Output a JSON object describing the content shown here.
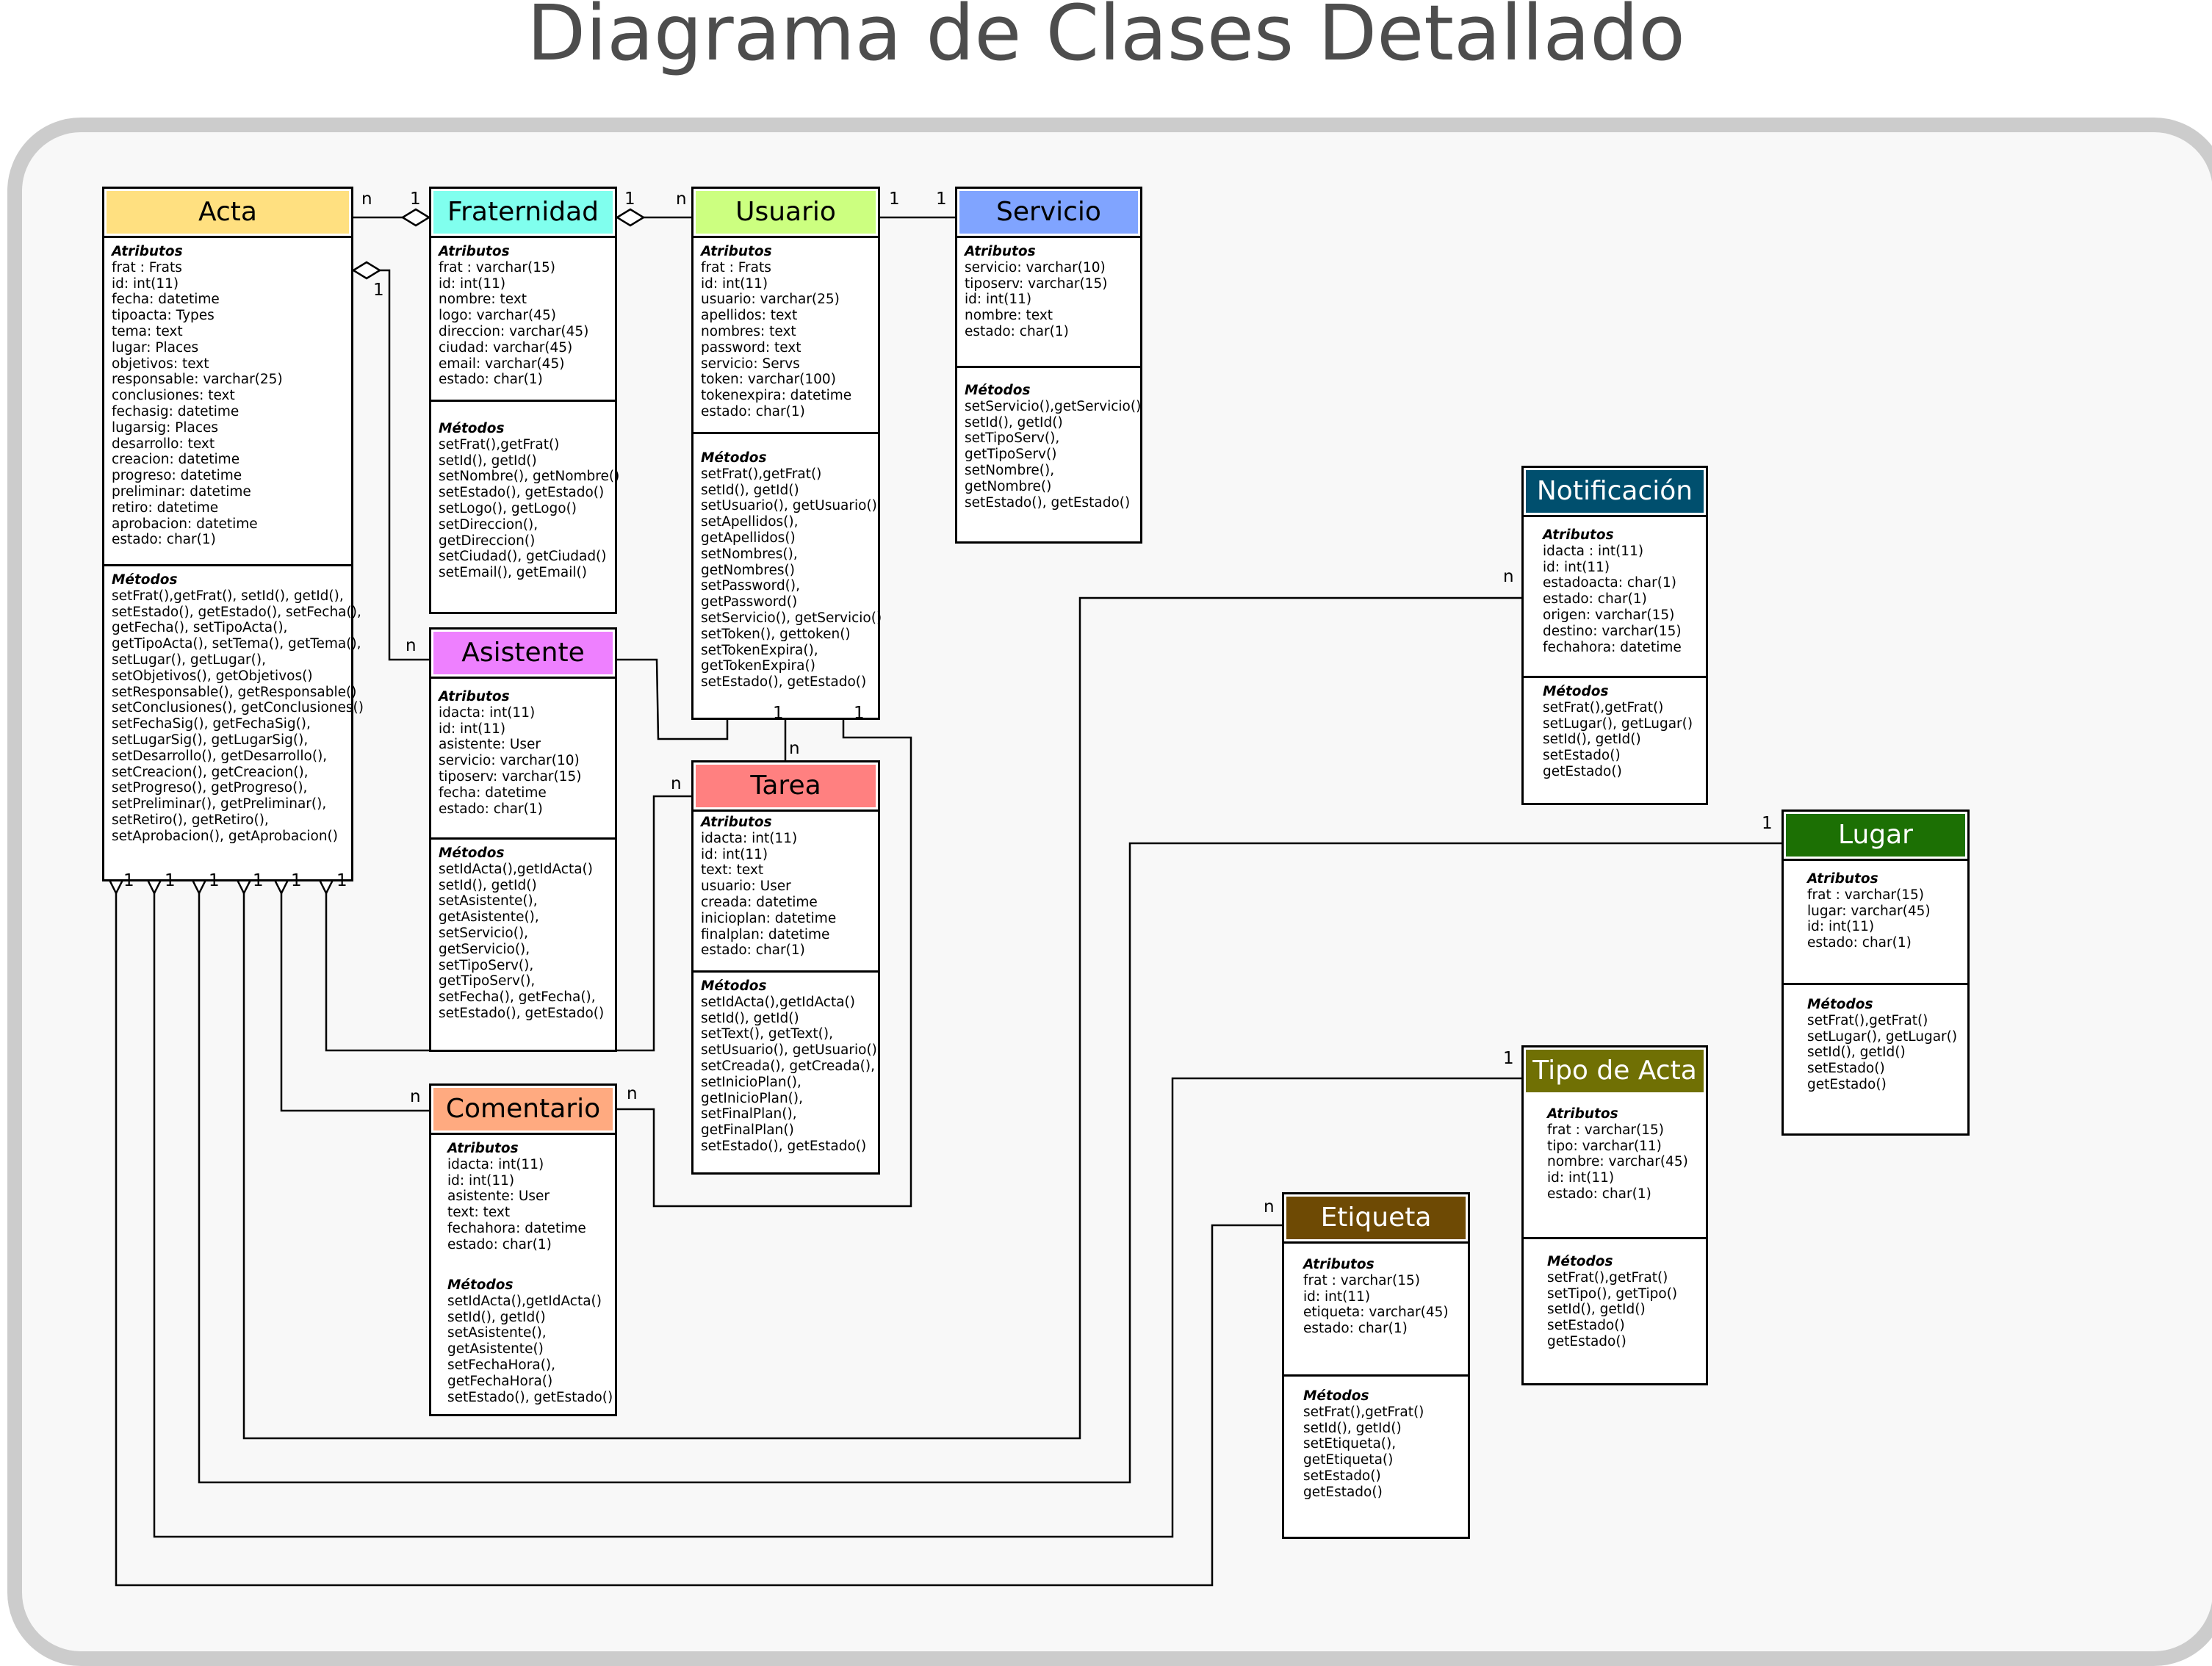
{
  "title": "Diagrama de Clases Detallado",
  "colors": {
    "frame_border": "#cccccc",
    "frame_bg": "#f8f8f8",
    "title_text": "#4d4d4d"
  },
  "classes": [
    {
      "id": "acta",
      "name": "Acta",
      "header_color": "#ffe080",
      "header_text": "dark",
      "attributes_label": "Atributos",
      "attributes": [
        "frat : Frats",
        "id: int(11)",
        "fecha: datetime",
        "tipoacta: Types",
        "tema: text",
        "lugar: Places",
        "objetivos: text",
        "responsable: varchar(25)",
        "conclusiones: text",
        "fechasig: datetime",
        "lugarsig: Places",
        "desarrollo: text",
        "creacion: datetime",
        "progreso: datetime",
        "preliminar: datetime",
        "retiro: datetime",
        "aprobacion: datetime",
        "estado: char(1)"
      ],
      "methods_label": "Métodos",
      "methods": [
        "setFrat(),getFrat(), setId(), getId(),",
        "setEstado(), getEstado(), setFecha(),",
        "getFecha(), setTipoActa(),",
        "getTipoActa(), setTema(), getTema(),",
        "setLugar(), getLugar(),",
        "setObjetivos(), getObjetivos()",
        "setResponsable(), getResponsable()",
        "setConclusiones(), getConclusiones()",
        "setFechaSig(), getFechaSig(),",
        "setLugarSig(), getLugarSig(),",
        "setDesarrollo(), getDesarrollo(),",
        "setCreacion(), getCreacion(),",
        "setProgreso(), getProgreso(),",
        "setPreliminar(), getPreliminar(),",
        "setRetiro(), getRetiro(),",
        "setAprobacion(), getAprobacion()"
      ]
    },
    {
      "id": "fraternidad",
      "name": "Fraternidad",
      "header_color": "#80ffee",
      "header_text": "dark",
      "attributes_label": "Atributos",
      "attributes": [
        "frat : varchar(15)",
        "id: int(11)",
        "nombre: text",
        "logo: varchar(45)",
        "direccion: varchar(45)",
        "ciudad: varchar(45)",
        "email: varchar(45)",
        "estado: char(1)"
      ],
      "methods_label": "Métodos",
      "methods": [
        "setFrat(),getFrat()",
        "setId(), getId()",
        "setNombre(), getNombre()",
        "setEstado(), getEstado()",
        "setLogo(), getLogo()",
        "setDireccion(),",
        "getDireccion()",
        "setCiudad(), getCiudad()",
        "setEmail(), getEmail()"
      ]
    },
    {
      "id": "usuario",
      "name": "Usuario",
      "header_color": "#ccff80",
      "header_text": "dark",
      "attributes_label": "Atributos",
      "attributes": [
        "frat : Frats",
        "id: int(11)",
        "usuario: varchar(25)",
        "apellidos: text",
        "nombres: text",
        "password: text",
        "servicio: Servs",
        "token: varchar(100)",
        "tokenexpira: datetime",
        "estado: char(1)"
      ],
      "methods_label": "Métodos",
      "methods": [
        "setFrat(),getFrat()",
        "setId(), getId()",
        "setUsuario(), getUsuario()",
        "setApellidos(),",
        "getApellidos()",
        "setNombres(),",
        "getNombres()",
        "setPassword(),",
        "getPassword()",
        "setServicio(), getServicio()",
        "setToken(), gettoken()",
        "setTokenExpira(),",
        "getTokenExpira()",
        "setEstado(), getEstado()"
      ]
    },
    {
      "id": "servicio",
      "name": "Servicio",
      "header_color": "#80a4ff",
      "header_text": "dark",
      "attributes_label": "Atributos",
      "attributes": [
        "servicio: varchar(10)",
        "tiposerv: varchar(15)",
        "id: int(11)",
        "nombre: text",
        "estado: char(1)"
      ],
      "methods_label": "Métodos",
      "methods": [
        "setServicio(),getServicio()",
        "setId(), getId()",
        "setTipoServ(),",
        "getTipoServ()",
        "setNombre(),",
        "getNombre()",
        "setEstado(), getEstado()"
      ]
    },
    {
      "id": "asistente",
      "name": "Asistente",
      "header_color": "#ee80ff",
      "header_text": "dark",
      "attributes_label": "Atributos",
      "attributes": [
        "idacta: int(11)",
        "id: int(11)",
        "asistente: User",
        "servicio: varchar(10)",
        "tiposerv: varchar(15)",
        "fecha: datetime",
        "estado: char(1)"
      ],
      "methods_label": "Métodos",
      "methods": [
        "setIdActa(),getIdActa()",
        "setId(), getId()",
        "setAsistente(),",
        "getAsistente(),",
        "setServicio(),",
        "getServicio(),",
        "setTipoServ(),",
        "getTipoServ(),",
        "setFecha(), getFecha(),",
        "setEstado(), getEstado()"
      ]
    },
    {
      "id": "tarea",
      "name": "Tarea",
      "header_color": "#ff8080",
      "header_text": "dark",
      "attributes_label": "Atributos",
      "attributes": [
        "idacta: int(11)",
        "id: int(11)",
        "text: text",
        "usuario: User",
        "creada: datetime",
        "inicioplan: datetime",
        "finalplan: datetime",
        "estado: char(1)"
      ],
      "methods_label": "Métodos",
      "methods": [
        "setIdActa(),getIdActa()",
        "setId(), getId()",
        "setText(), getText(),",
        "setUsuario(), getUsuario()",
        "setCreada(), getCreada(),",
        "setInicioPlan(),",
        "getInicioPlan(),",
        "setFinalPlan(),",
        "getFinalPlan()",
        "setEstado(), getEstado()"
      ]
    },
    {
      "id": "comentario",
      "name": "Comentario",
      "header_color": "#ffaa80",
      "header_text": "dark",
      "attributes_label": "Atributos",
      "attributes": [
        "idacta: int(11)",
        "id: int(11)",
        "asistente: User",
        "text: text",
        "fechahora: datetime",
        "estado: char(1)"
      ],
      "methods_label": "Métodos",
      "methods": [
        "setIdActa(),getIdActa()",
        "setId(), getId()",
        "setAsistente(),",
        "getAsistente()",
        "setFechaHora(),",
        "getFechaHora()",
        "setEstado(), getEstado()"
      ]
    },
    {
      "id": "notificacion",
      "name": "Notificación",
      "header_color": "#004f6e",
      "header_text": "light",
      "attributes_label": "Atributos",
      "attributes": [
        "idacta : int(11)",
        "id: int(11)",
        "estadoacta: char(1)",
        "estado: char(1)",
        "origen: varchar(15)",
        "destino: varchar(15)",
        "fechahora: datetime"
      ],
      "methods_label": "Métodos",
      "methods": [
        "setFrat(),getFrat()",
        "setLugar(), getLugar()",
        "setId(), getId()",
        "setEstado()",
        "getEstado()"
      ]
    },
    {
      "id": "lugar",
      "name": "Lugar",
      "header_color": "#1c7004",
      "header_text": "light",
      "attributes_label": "Atributos",
      "attributes": [
        "frat : varchar(15)",
        "lugar: varchar(45)",
        "id: int(11)",
        "estado: char(1)"
      ],
      "methods_label": "Métodos",
      "methods": [
        "setFrat(),getFrat()",
        "setLugar(), getLugar()",
        "setId(), getId()",
        "setEstado()",
        "getEstado()"
      ]
    },
    {
      "id": "tipoacta",
      "name": "Tipo de Acta",
      "header_color": "#707004",
      "header_text": "light",
      "attributes_label": "Atributos",
      "attributes": [
        "frat : varchar(15)",
        "tipo: varchar(11)",
        "nombre: varchar(45)",
        "id: int(11)",
        "estado: char(1)"
      ],
      "methods_label": "Métodos",
      "methods": [
        "setFrat(),getFrat()",
        "setTipo(), getTipo()",
        "setId(), getId()",
        "setEstado()",
        "getEstado()"
      ]
    },
    {
      "id": "etiqueta",
      "name": "Etiqueta",
      "header_color": "#6e4a04",
      "header_text": "light",
      "attributes_label": "Atributos",
      "attributes": [
        "frat : varchar(15)",
        "id: int(11)",
        "etiqueta: varchar(45)",
        "estado: char(1)"
      ],
      "methods_label": "Métodos",
      "methods": [
        "setFrat(),getFrat()",
        "setId(), getId()",
        "setEtiqueta(),",
        "getEtiqueta()",
        "setEstado()",
        "getEstado()"
      ]
    }
  ],
  "relations": [
    {
      "id": "acta-fraternidad",
      "type": "aggregation",
      "from_mult": "n",
      "to_mult": "1"
    },
    {
      "id": "fraternidad-usuario",
      "type": "aggregation",
      "from_mult": "1",
      "to_mult": "n"
    },
    {
      "id": "usuario-servicio",
      "type": "association",
      "from_mult": "1",
      "to_mult": "1"
    },
    {
      "id": "acta-asistente",
      "type": "aggregation",
      "from_mult": "1",
      "to_mult": "n"
    },
    {
      "id": "asistente-usuario",
      "type": "generalization"
    },
    {
      "id": "usuario-tarea",
      "type": "association",
      "from_mult": "1",
      "to_mult": "n"
    },
    {
      "id": "usuario-comentario",
      "type": "association",
      "from_mult": "1",
      "to_mult": "n"
    },
    {
      "id": "acta-tarea",
      "type": "aggregation",
      "from_mult": "1",
      "to_mult": "n"
    },
    {
      "id": "acta-comentario",
      "type": "aggregation",
      "from_mult": "1",
      "to_mult": "n"
    },
    {
      "id": "acta-notificacion",
      "type": "aggregation",
      "from_mult": "1",
      "to_mult": "n"
    },
    {
      "id": "acta-lugar",
      "type": "aggregation",
      "from_mult": "1",
      "to_mult": "1"
    },
    {
      "id": "acta-tipoacta",
      "type": "aggregation",
      "from_mult": "1",
      "to_mult": "1"
    },
    {
      "id": "acta-etiqueta",
      "type": "aggregation",
      "from_mult": "1",
      "to_mult": "n"
    }
  ]
}
